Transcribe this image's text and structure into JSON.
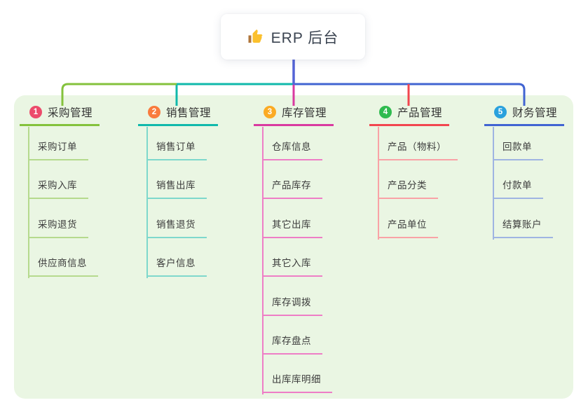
{
  "root": {
    "label": "ERP 后台",
    "icon": "thumbs-up-icon"
  },
  "branches": [
    {
      "index": "1",
      "label": "采购管理",
      "badge_color": "#ec4b6b",
      "line_color": "#84c23c",
      "child_line_color": "#b5da8d",
      "children": [
        "采购订单",
        "采购入库",
        "采购退货",
        "供应商信息"
      ]
    },
    {
      "index": "2",
      "label": "销售管理",
      "badge_color": "#f97b3d",
      "line_color": "#10b9ab",
      "child_line_color": "#7ed8cc",
      "children": [
        "销售订单",
        "销售出库",
        "销售退货",
        "客户信息"
      ]
    },
    {
      "index": "3",
      "label": "库存管理",
      "badge_color": "#fbab24",
      "line_color": "#d93aa0",
      "child_line_color": "#ee7ec6",
      "children": [
        "仓库信息",
        "产品库存",
        "其它出库",
        "其它入库",
        "库存调拨",
        "库存盘点",
        "出库库明细"
      ]
    },
    {
      "index": "4",
      "label": "产品管理",
      "badge_color": "#2fbb4f",
      "line_color": "#f2464f",
      "child_line_color": "#f9a2a6",
      "children": [
        "产品（物料）",
        "产品分类",
        "产品单位"
      ]
    },
    {
      "index": "5",
      "label": "财务管理",
      "badge_color": "#2aa1dd",
      "line_color": "#4164d2",
      "child_line_color": "#9fb4e2",
      "children": [
        "回款单",
        "付款单",
        "结算账户"
      ]
    }
  ],
  "colors": {
    "panel_background": "#eaf6e3",
    "root_connector": "#5464d6",
    "root_text": "#3a4350",
    "child_text": "#3c3c3c"
  }
}
